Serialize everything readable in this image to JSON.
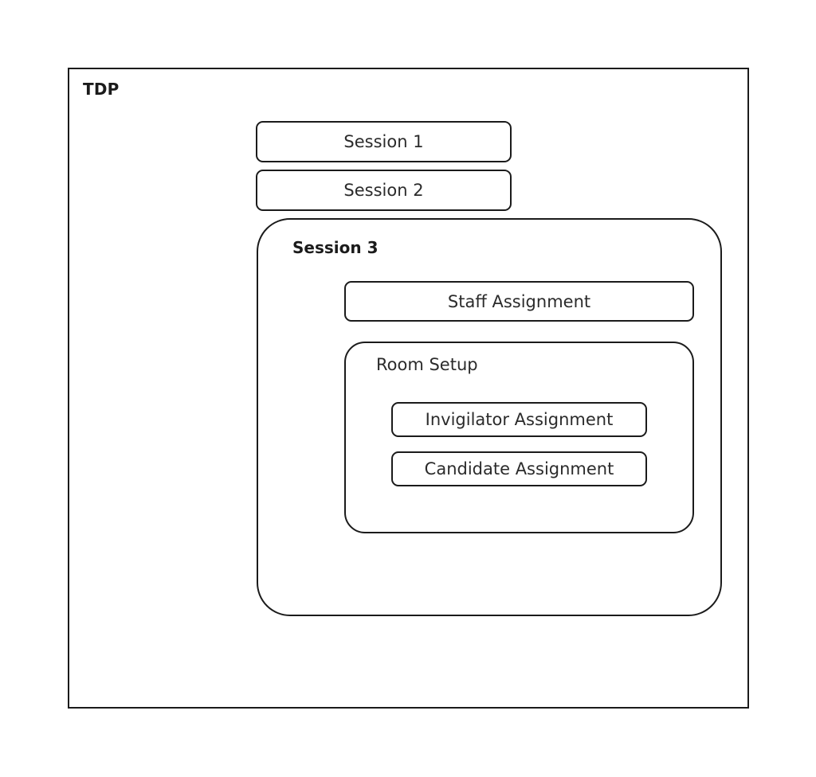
{
  "diagram": {
    "type": "nested-containment",
    "background": "#ffffff",
    "stroke_color": "#1b1b1b",
    "text_color": "#2b2b2b",
    "root": {
      "label": "TDP",
      "shape": "rectangle",
      "label_weight": "bold"
    },
    "sessions": [
      {
        "label": "Session 1",
        "shape": "rounded-rectangle",
        "label_align": "center"
      },
      {
        "label": "Session 2",
        "shape": "rounded-rectangle",
        "label_align": "center"
      }
    ],
    "session_3": {
      "label": "Session 3",
      "shape": "rounded-rectangle-container",
      "label_align": "left",
      "label_weight": "bold",
      "children": {
        "staff_assignment": {
          "label": "Staff Assignment",
          "shape": "rounded-rectangle",
          "label_align": "center"
        },
        "room_setup": {
          "label": "Room Setup",
          "shape": "rounded-rectangle-container",
          "label_align": "left",
          "label_weight": "normal",
          "children": [
            {
              "label": "Invigilator Assignment",
              "shape": "rounded-rectangle",
              "label_align": "center"
            },
            {
              "label": "Candidate Assignment",
              "shape": "rounded-rectangle",
              "label_align": "center"
            }
          ]
        }
      }
    }
  }
}
